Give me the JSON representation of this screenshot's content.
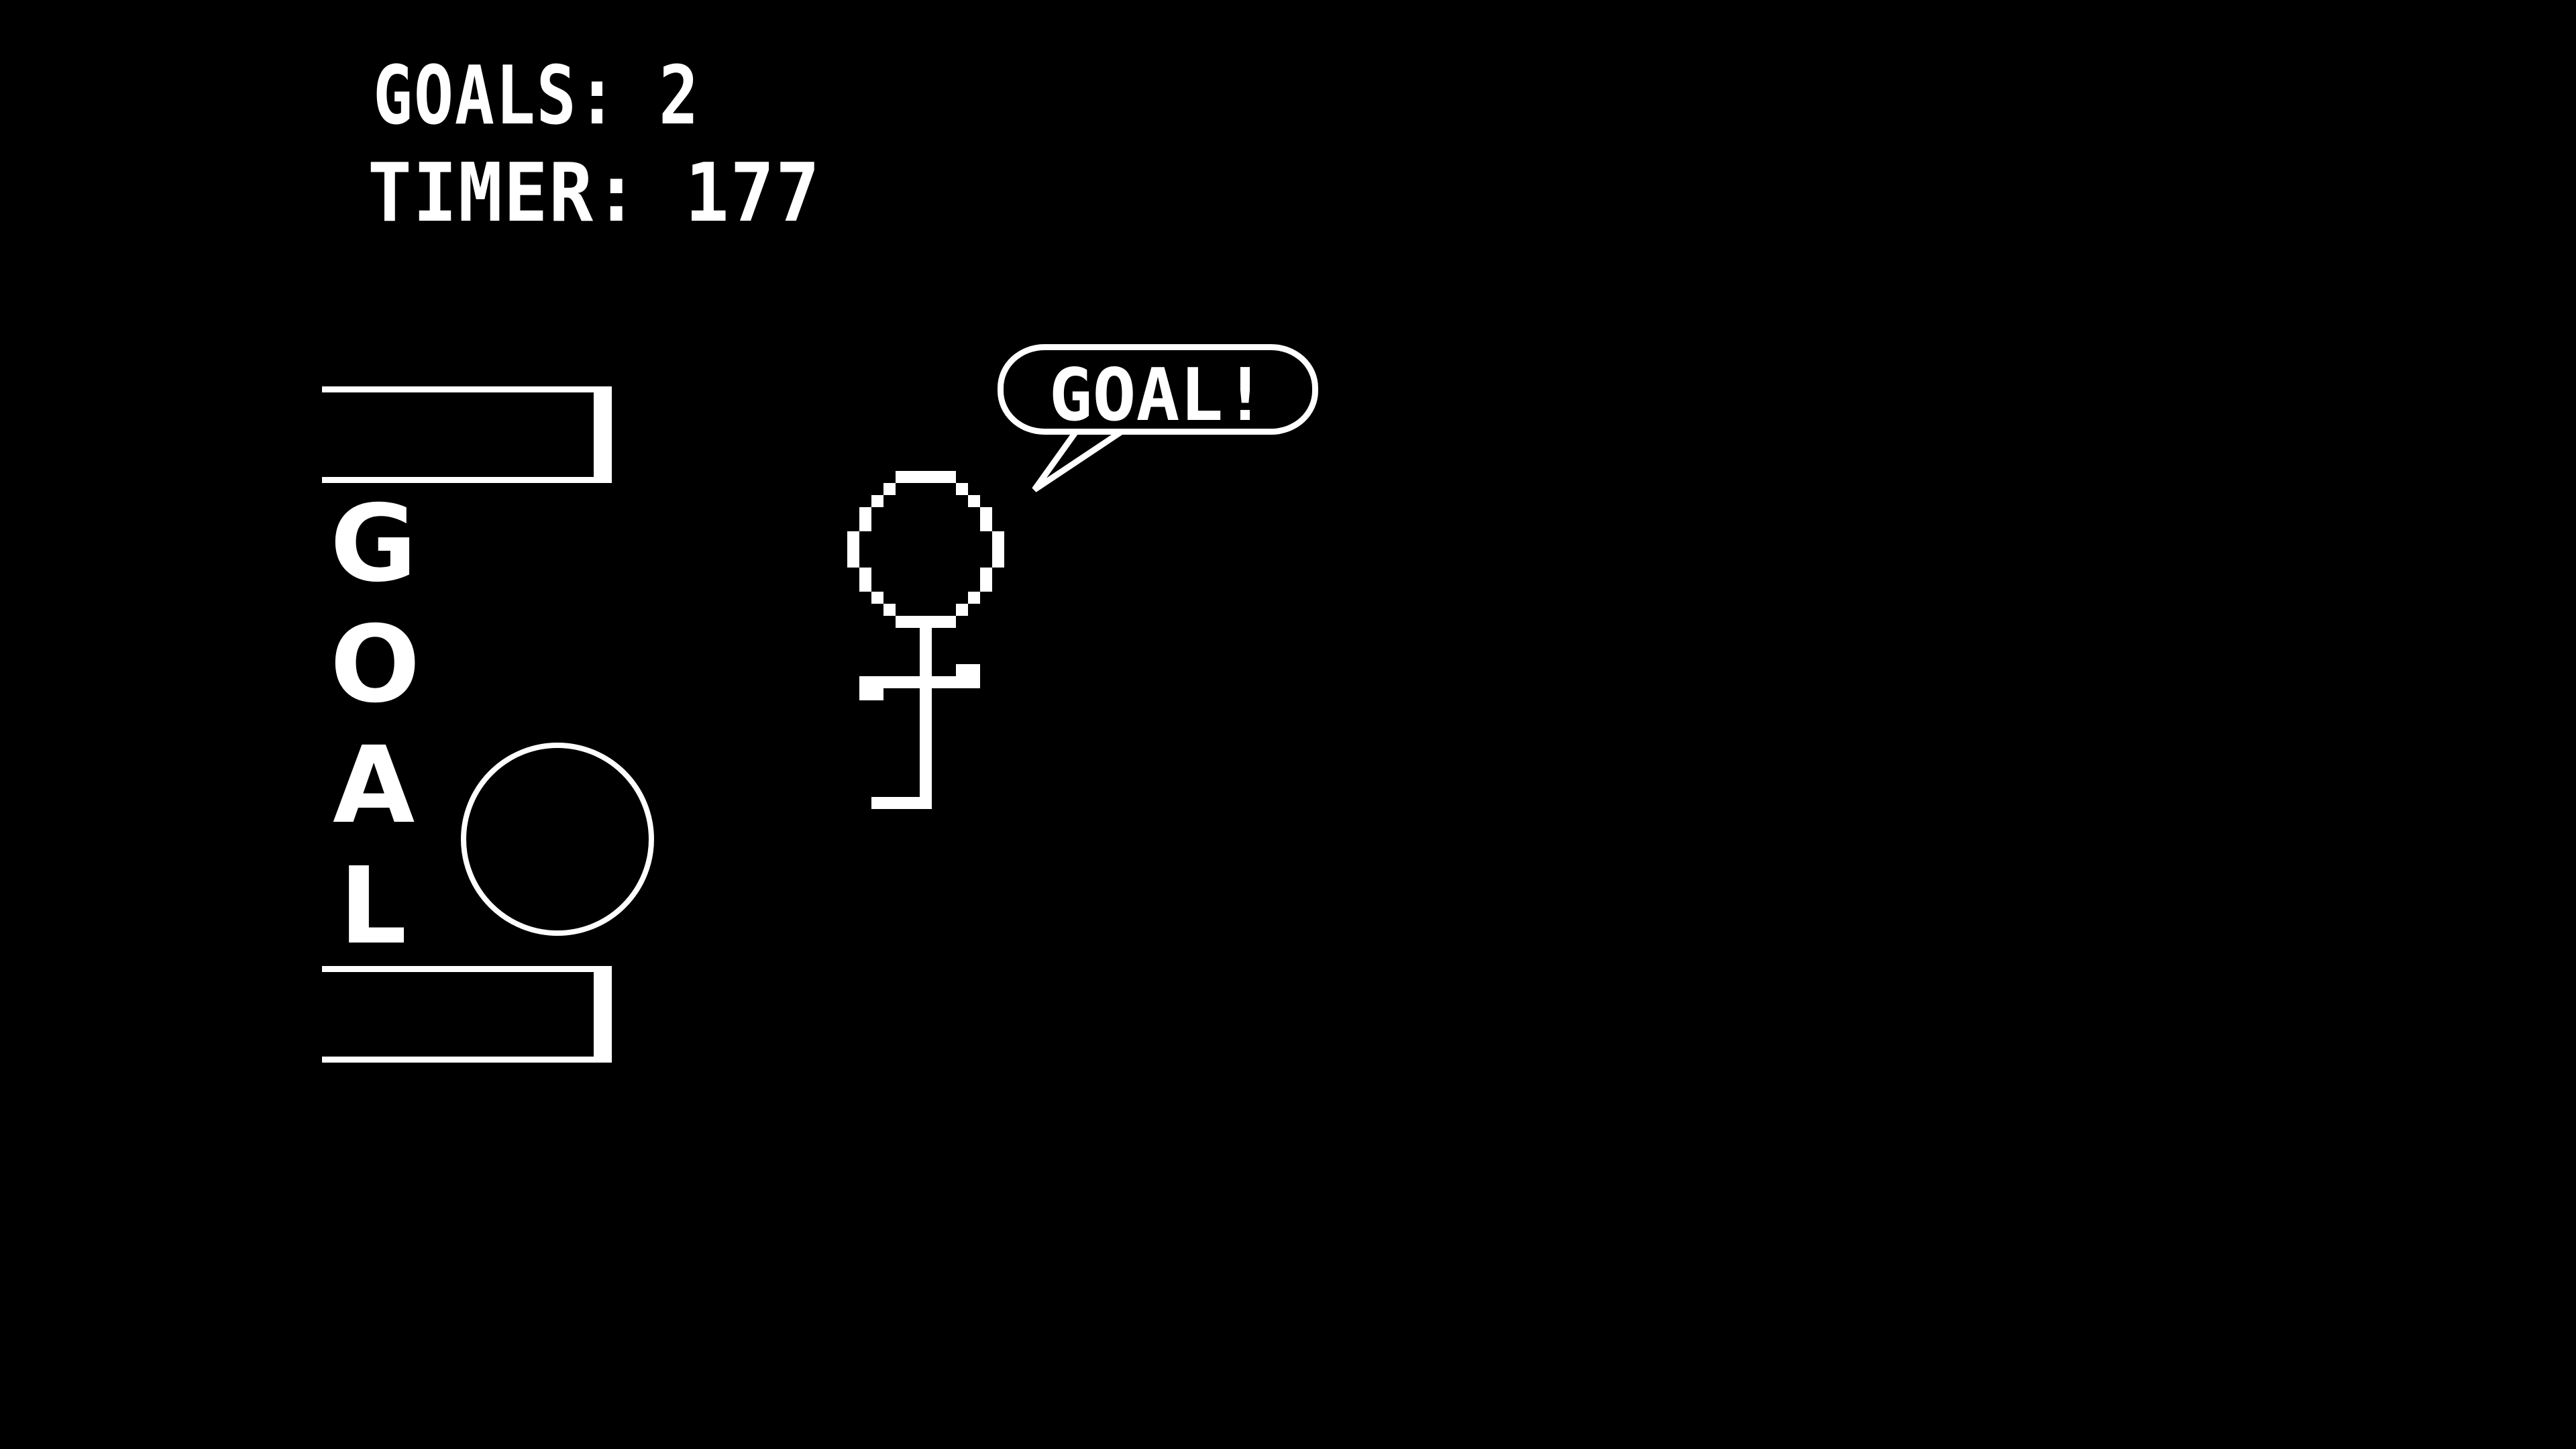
{
  "hud": {
    "goals_label": "GOALS: 2",
    "goals_value": 2,
    "timer_label": "TIMER: 177",
    "timer_value": 177
  },
  "goal": {
    "letters": [
      "G",
      "O",
      "A",
      "L"
    ]
  },
  "speech_bubble": {
    "text": "GOAL!"
  },
  "colors": {
    "background": "#000000",
    "foreground": "#ffffff"
  }
}
